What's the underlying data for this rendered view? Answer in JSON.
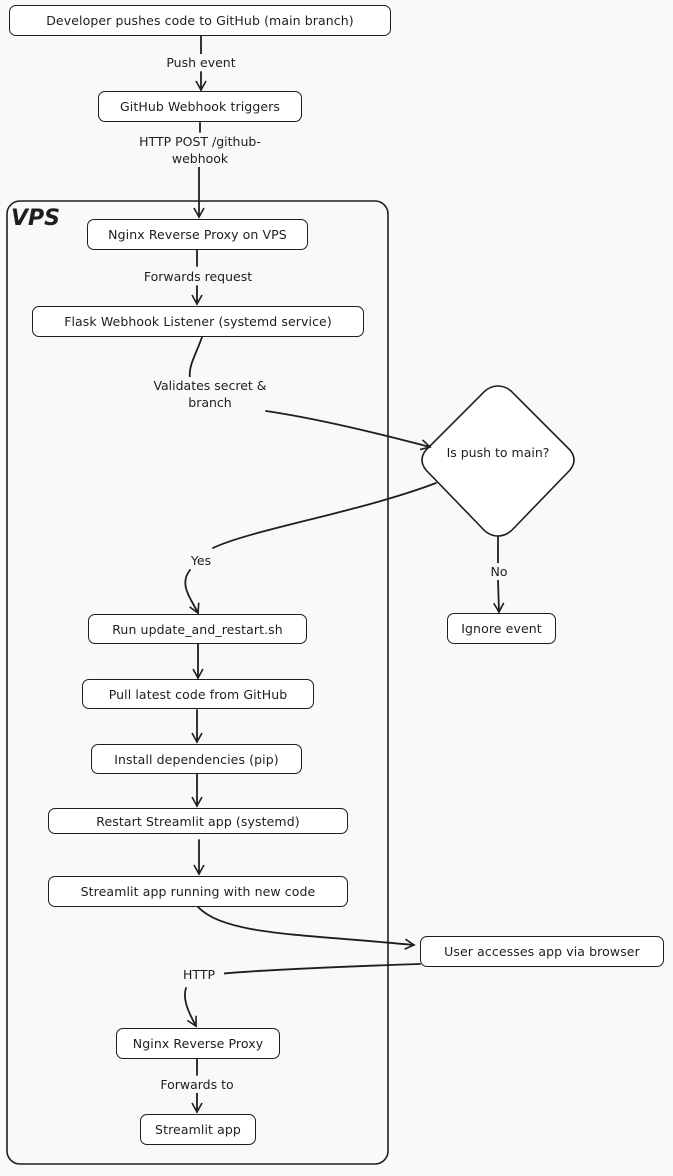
{
  "group": {
    "title": "VPS"
  },
  "nodes": {
    "push": "Developer pushes code to GitHub (main branch)",
    "webhook": "GitHub Webhook triggers",
    "nginx_vps": "Nginx Reverse Proxy on VPS",
    "flask": "Flask Webhook Listener (systemd service)",
    "decision": "Is push to main?",
    "ignore": "Ignore event",
    "run_script": "Run update_and_restart.sh",
    "pull": "Pull latest code from GitHub",
    "install": "Install dependencies (pip)",
    "restart": "Restart Streamlit app (systemd)",
    "running": "Streamlit app running with new code",
    "user": "User accesses app via browser",
    "nginx_proxy": "Nginx Reverse Proxy",
    "streamlit": "Streamlit app"
  },
  "edges": {
    "push_event": "Push event",
    "http_post_1": "HTTP POST /github-",
    "http_post_2": "webhook",
    "forwards_request": "Forwards request",
    "validates_1": "Validates secret &",
    "validates_2": "branch",
    "yes": "Yes",
    "no": "No",
    "http": "HTTP",
    "forwards_to": "Forwards to"
  }
}
